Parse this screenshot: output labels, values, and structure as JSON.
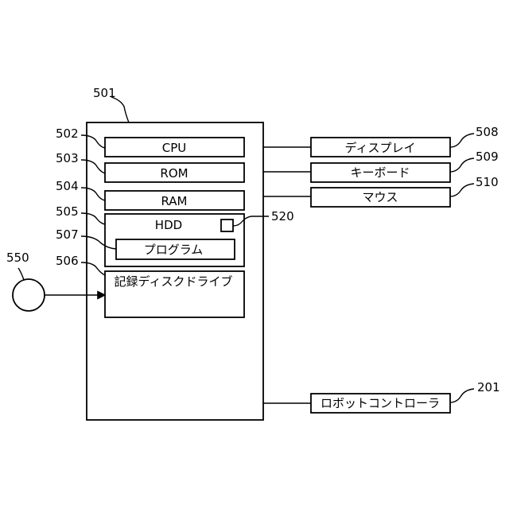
{
  "refs": {
    "computer": "501",
    "cpu": "502",
    "rom": "503",
    "ram": "504",
    "hdd": "505",
    "disk_drive": "506",
    "program": "507",
    "display": "508",
    "keyboard": "509",
    "mouse": "510",
    "hdd_marker": "520",
    "recording_medium": "550",
    "robot_controller": "201"
  },
  "labels": {
    "cpu": "CPU",
    "rom": "ROM",
    "ram": "RAM",
    "hdd": "HDD",
    "program": "プログラム",
    "disk_drive": "記録ディスクドライブ",
    "display": "ディスプレイ",
    "keyboard": "キーボード",
    "mouse": "マウス",
    "robot_controller": "ロボットコントローラ"
  }
}
